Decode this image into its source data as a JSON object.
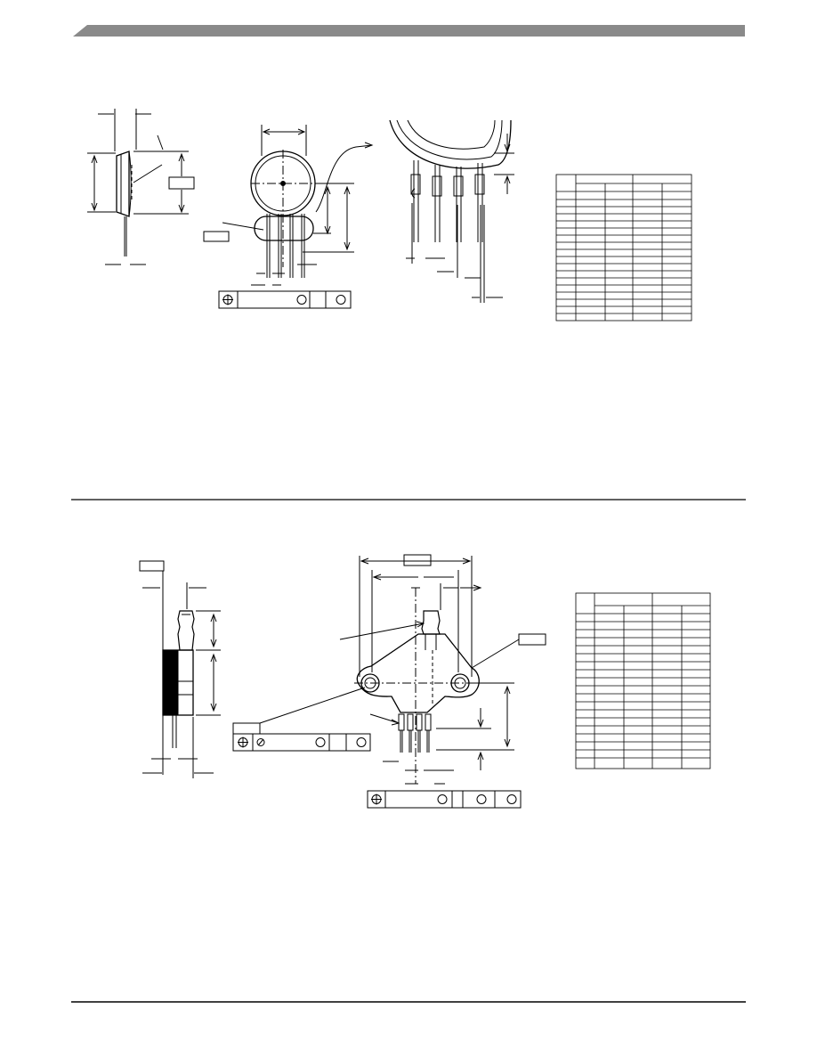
{
  "page": {
    "header_bar_color": "#8a8a8a",
    "line_color": "#000000",
    "background": "#ffffff"
  },
  "top_section": {
    "drawings": [
      "side-view",
      "front-view",
      "detail-view"
    ],
    "dimension_table": {
      "rows": 19,
      "columns": 5
    }
  },
  "bottom_section": {
    "drawings": [
      "side-view",
      "front-view"
    ],
    "dimension_table": {
      "rows": 22,
      "columns": 5
    }
  }
}
